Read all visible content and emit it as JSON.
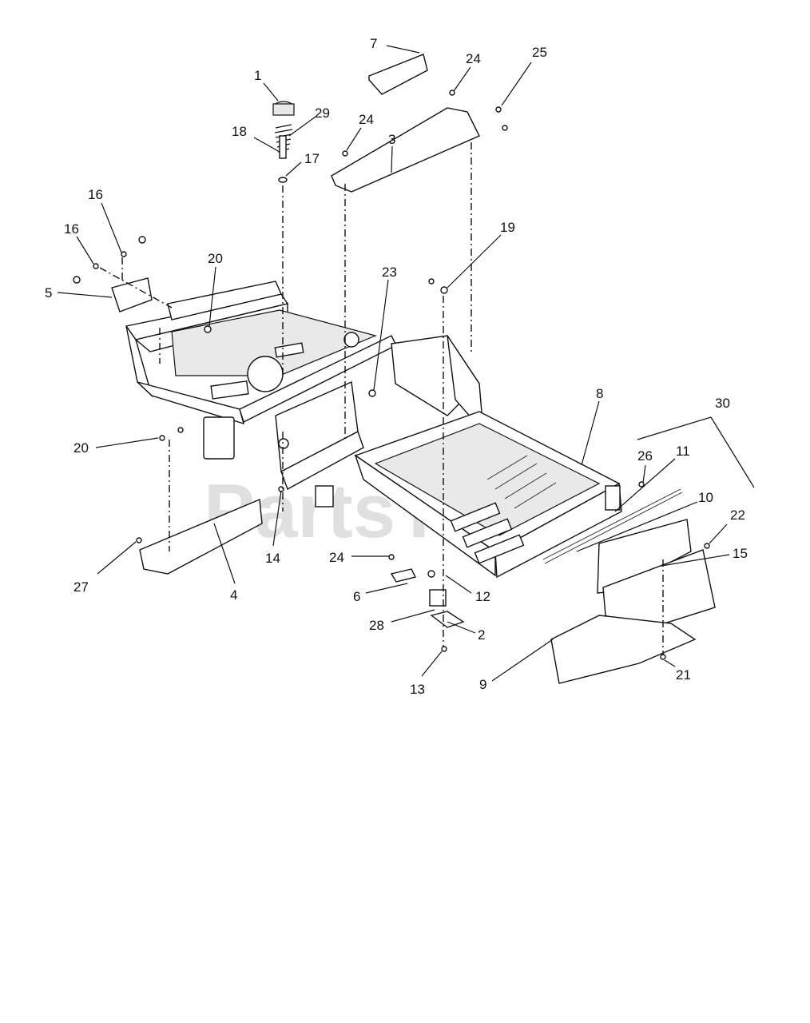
{
  "watermark": "PartsTree",
  "callouts": [
    "1",
    "2",
    "3",
    "4",
    "5",
    "6",
    "7",
    "8",
    "9",
    "10",
    "11",
    "12",
    "13",
    "14",
    "15",
    "16",
    "16",
    "17",
    "18",
    "19",
    "20",
    "20",
    "21",
    "22",
    "23",
    "24",
    "24",
    "24",
    "25",
    "26",
    "27",
    "28",
    "29",
    "30"
  ]
}
